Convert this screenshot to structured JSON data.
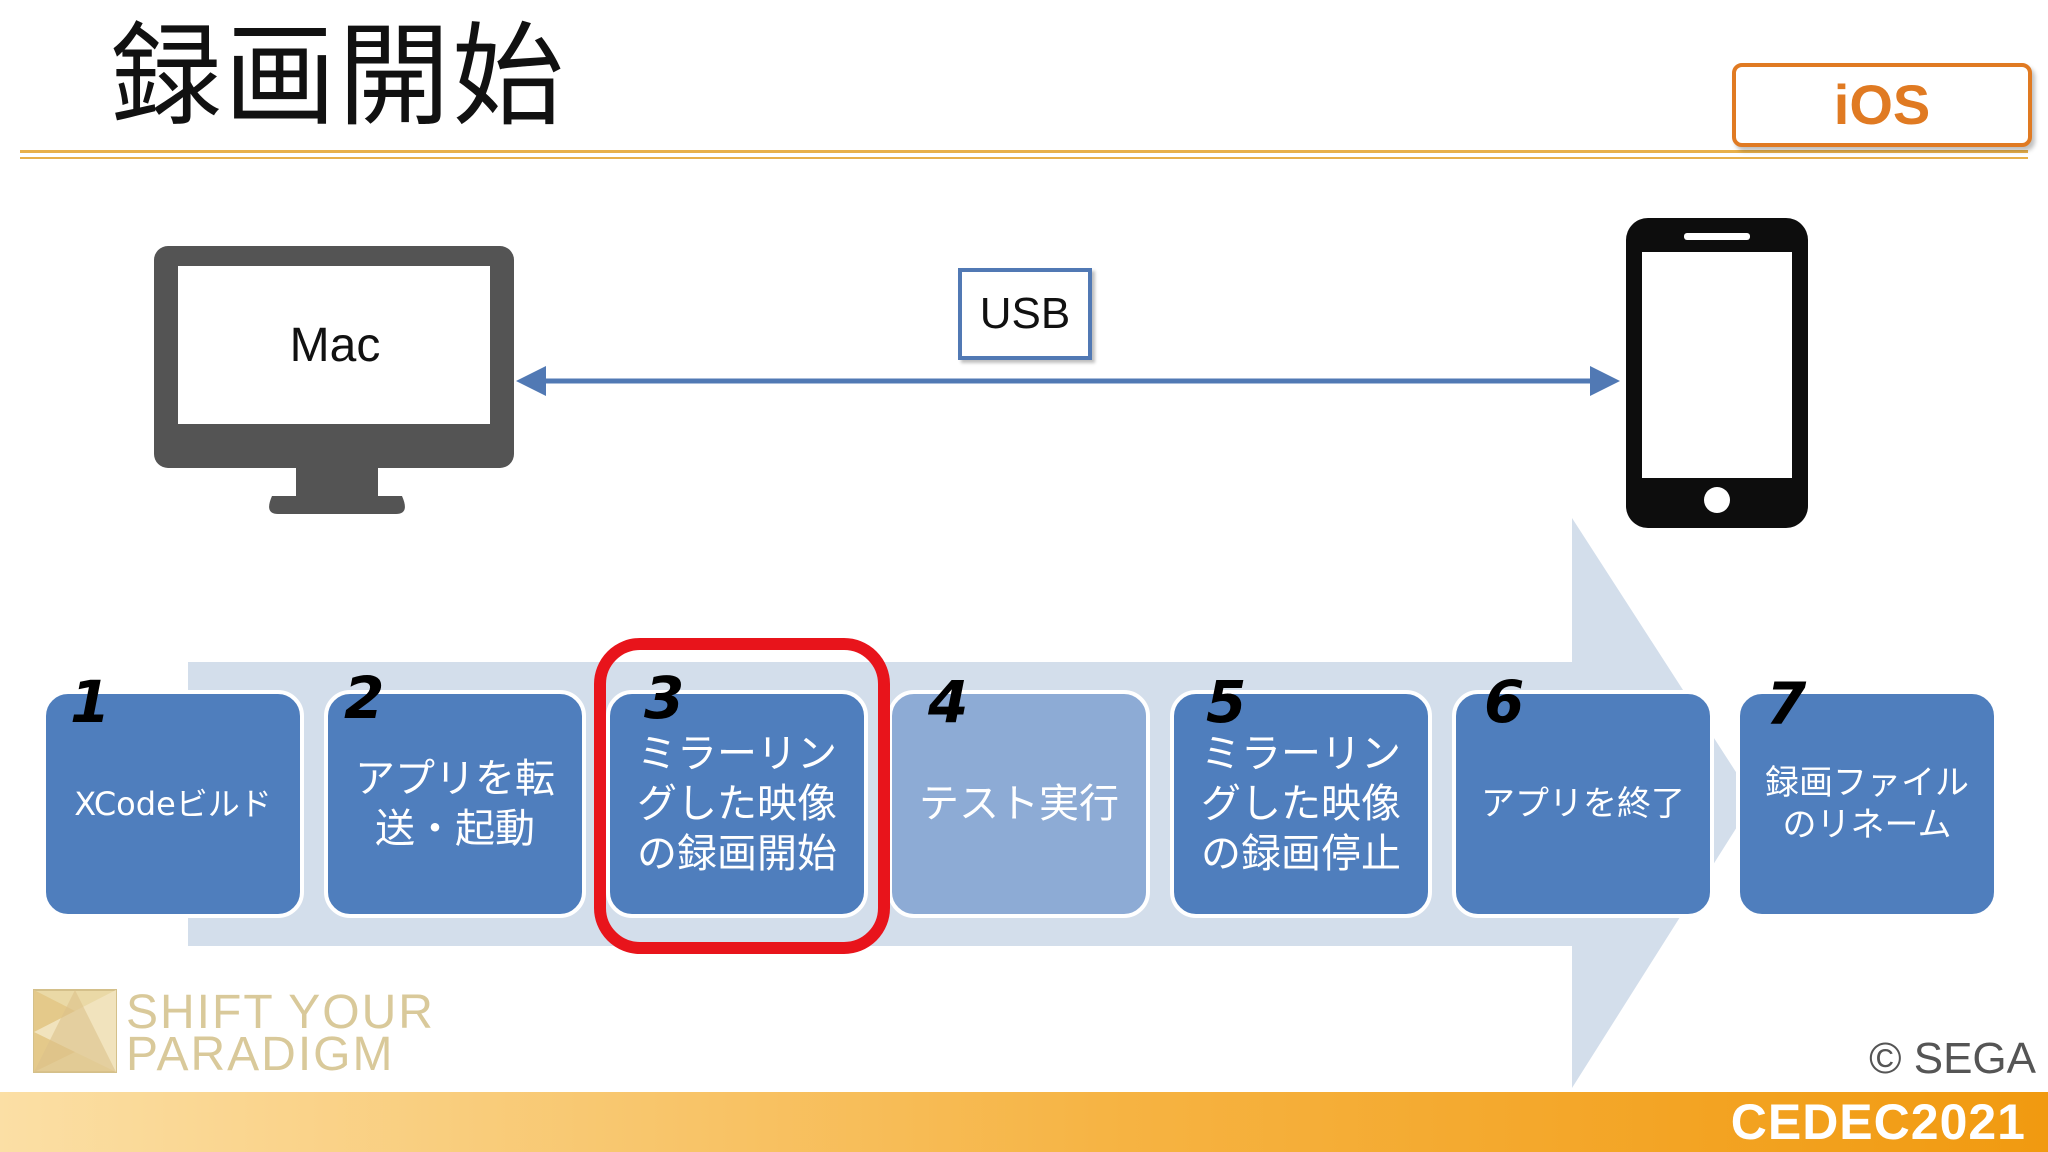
{
  "title": "録画開始",
  "platform_badge": "iOS",
  "devices": {
    "left_label": "Mac",
    "link_label": "USB"
  },
  "steps": [
    {
      "num": "1",
      "label": "XCodeビルド"
    },
    {
      "num": "2",
      "label": "アプリを転\n送・起動"
    },
    {
      "num": "3",
      "label": "ミラーリン\nグした映像\nの録画開始"
    },
    {
      "num": "4",
      "label": "テスト実行"
    },
    {
      "num": "5",
      "label": "ミラーリン\nグした映像\nの録画停止"
    },
    {
      "num": "6",
      "label": "アプリを終了"
    },
    {
      "num": "7",
      "label": "録画ファイル\nのリネーム"
    }
  ],
  "highlighted_step": 3,
  "logo": {
    "line1": "SHIFT YOUR",
    "line2": "PARADIGM"
  },
  "copyright": "© SEGA",
  "footer_logo": "CEDEC2021",
  "colors": {
    "accent": "#e07a22",
    "step": "#4f7ebd",
    "step_muted": "#8dabd5",
    "highlight": "#e8141b",
    "arrow": "#d3deeb"
  }
}
